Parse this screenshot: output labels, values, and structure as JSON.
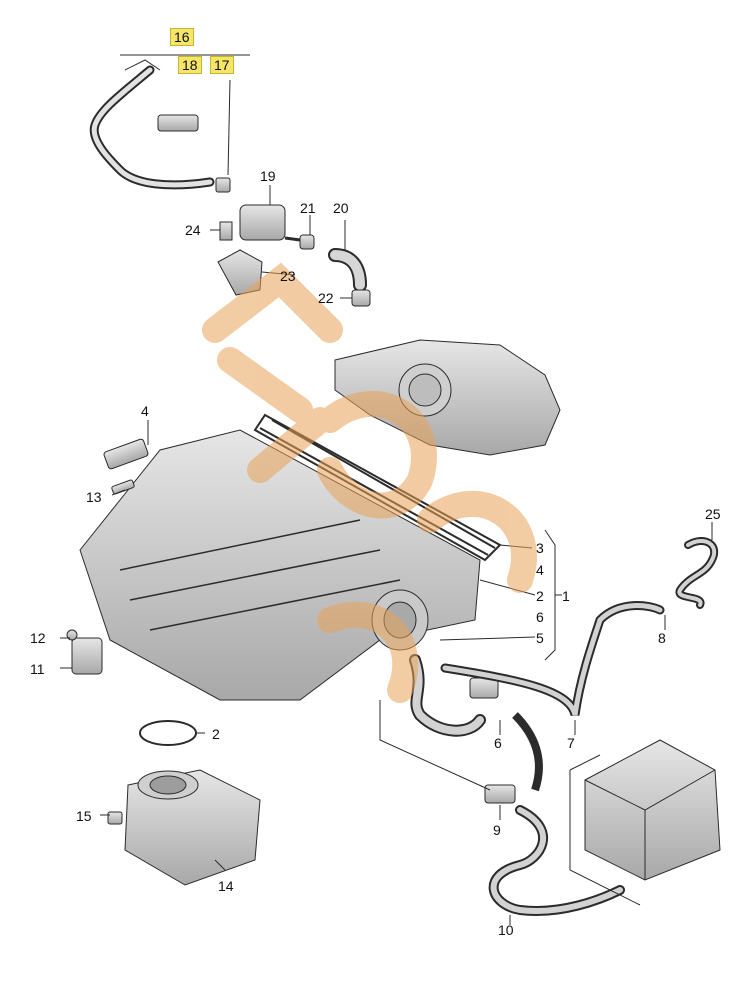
{
  "callouts": {
    "c1": "1",
    "c2": "2",
    "c2b": "2",
    "c3": "3",
    "c4": "4",
    "c4b": "4",
    "c5": "5",
    "c6": "6",
    "c6b": "6",
    "c7": "7",
    "c8": "8",
    "c9": "9",
    "c10": "10",
    "c11": "11",
    "c12": "12",
    "c13": "13",
    "c14": "14",
    "c15": "15",
    "c16": "16",
    "c17": "17",
    "c18": "18",
    "c19": "19",
    "c20": "20",
    "c21": "21",
    "c22": "22",
    "c23": "23",
    "c24": "24",
    "c25": "25"
  },
  "colors": {
    "line": "#2b2b2b",
    "part": "#d9d9d9",
    "part_dark": "#9a9a9a",
    "highlight": "#f5e56b",
    "watermark": "#e8a257"
  }
}
